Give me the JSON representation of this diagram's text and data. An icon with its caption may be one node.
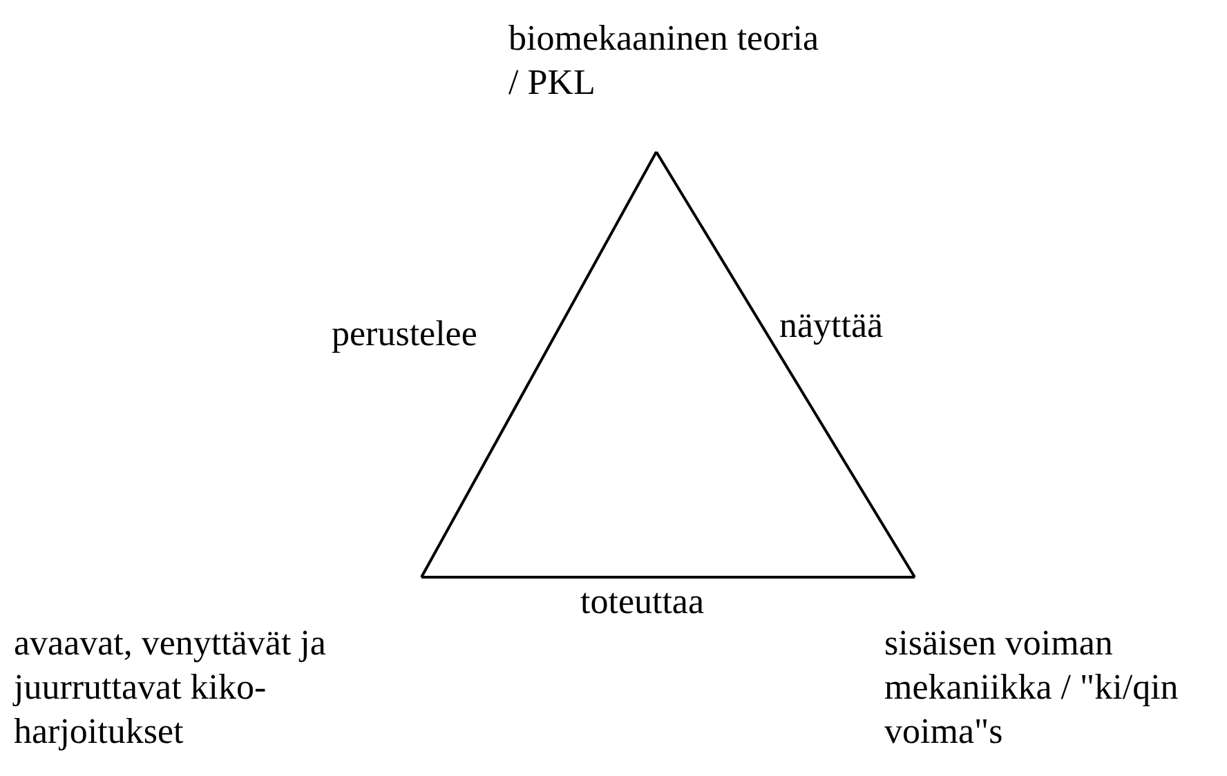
{
  "diagram": {
    "nodes": [
      {
        "text": [
          "biomekaaninen teoria / PKL"
        ]
      },
      {
        "text": [
          "avaavat, venyttävät ja juurruttavat kiko-harjoitukset"
        ]
      },
      {
        "text": [
          "sisäisen voiman mekaniikka / \"ki/qin voima\"s"
        ]
      }
    ],
    "edges": [
      {
        "from": 0,
        "to": 1,
        "arrow": "none",
        "label": "perustelee"
      },
      {
        "from": 0,
        "to": 2,
        "arrow": "none",
        "label": "näyttää"
      },
      {
        "from": 1,
        "to": 2,
        "arrow": "none",
        "label": "toteuttaa"
      }
    ]
  }
}
